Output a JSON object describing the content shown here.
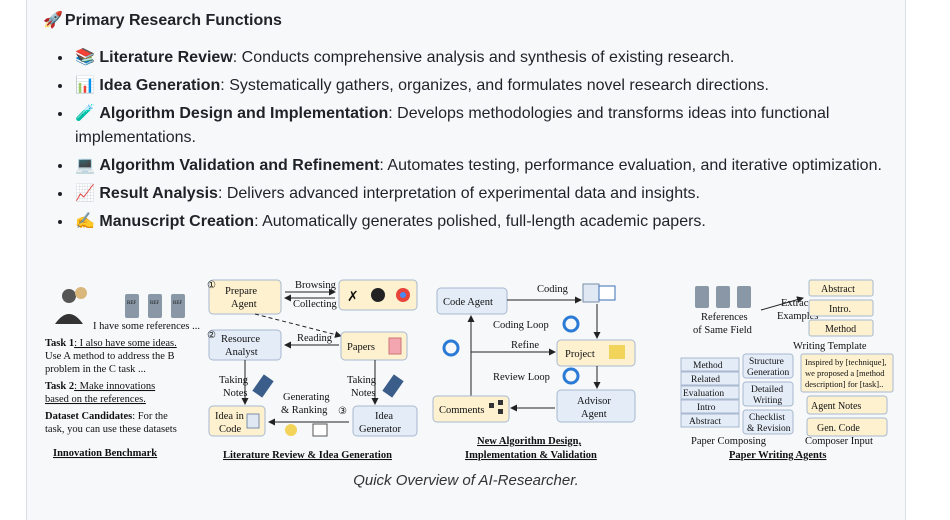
{
  "section": {
    "emoji": "🚀",
    "title": "Primary Research Functions"
  },
  "functions": [
    {
      "emoji": "📚",
      "name": "Literature Review",
      "desc": ": Conducts comprehensive analysis and synthesis of existing research."
    },
    {
      "emoji": "📊",
      "name": "Idea Generation",
      "desc": ": Systematically gathers, organizes, and formulates novel research directions."
    },
    {
      "emoji": "🧪",
      "name": "Algorithm Design and Implementation",
      "desc": ": Develops methodologies and transforms ideas into functional implementations."
    },
    {
      "emoji": "💻",
      "name": "Algorithm Validation and Refinement",
      "desc": ": Automates testing, performance evaluation, and iterative optimization."
    },
    {
      "emoji": "📈",
      "name": "Result Analysis",
      "desc": ": Delivers advanced interpretation of experimental data and insights."
    },
    {
      "emoji": "✍️",
      "name": "Manuscript Creation",
      "desc": ": Automatically generates polished, full-length academic papers."
    }
  ],
  "figure": {
    "bench": {
      "says": "I have some references ...",
      "task1_label": "Task 1",
      "task1_text_a": ": I also have some ideas.",
      "task1_text_b": "Use A method to address the B",
      "task1_text_c": "problem in the C task ...",
      "task2_label": "Task 2",
      "task2_text_a": ": Make innovations",
      "task2_text_b": "based on the references.",
      "dataset_label": "Dataset Candidates",
      "dataset_text_a": ": For the",
      "dataset_text_b": "task, you can use these datasets",
      "title": "Innovation Benchmark",
      "ref": "REF"
    },
    "lit": {
      "n1": "①",
      "n2": "②",
      "n3": "③",
      "prepare_a": "Prepare",
      "prepare_b": "Agent",
      "browsing": "Browsing",
      "collecting": "Collecting",
      "resource_a": "Resource",
      "resource_b": "Analyst",
      "reading": "Reading",
      "papers": "Papers",
      "taking_a": "Taking",
      "taking_b": "Notes",
      "taking2_a": "Taking",
      "taking2_b": "Notes",
      "idea_a": "Idea in",
      "idea_b": "Code",
      "gen_a": "Generating",
      "gen_b": "& Ranking",
      "ideagen_a": "Idea",
      "ideagen_b": "Generator",
      "title": "Literature Review & Idea Generation"
    },
    "algo": {
      "coding": "Coding",
      "code_agent": "Code Agent",
      "coding_loop": "Coding Loop",
      "refine": "Refine",
      "project": "Project",
      "review_loop": "Review Loop",
      "comments": "Comments",
      "advisor_a": "Advisor",
      "advisor_b": "Agent",
      "title_a": "New Algorithm Design,",
      "title_b": "Implementation & Validation"
    },
    "paper": {
      "refs_a": "References",
      "refs_b": "of Same Field",
      "extract_a": "Extract",
      "extract_b": "Examples",
      "abstract": "Abstract",
      "intro": "Intro.",
      "method": "Method",
      "writing": "Writing Template",
      "inspired_a": "Inspired by [technique],",
      "inspired_b": "we proposed a [method",
      "inspired_c": "description] for [task]..",
      "sections": [
        "Method",
        "Related",
        "Evaluation",
        "Intro",
        "Abstract"
      ],
      "struct_a": "Structure",
      "struct_b": "Generation",
      "detailed_a": "Detailed",
      "detailed_b": "Writing",
      "check_a": "Checklist",
      "check_b": "& Revision",
      "agent_notes": "Agent Notes",
      "gen_code": "Gen. Code",
      "composing": "Paper Composing",
      "composer_input": "Composer Input",
      "title": "Paper Writing Agents"
    }
  },
  "caption": "Quick Overview of AI-Researcher."
}
